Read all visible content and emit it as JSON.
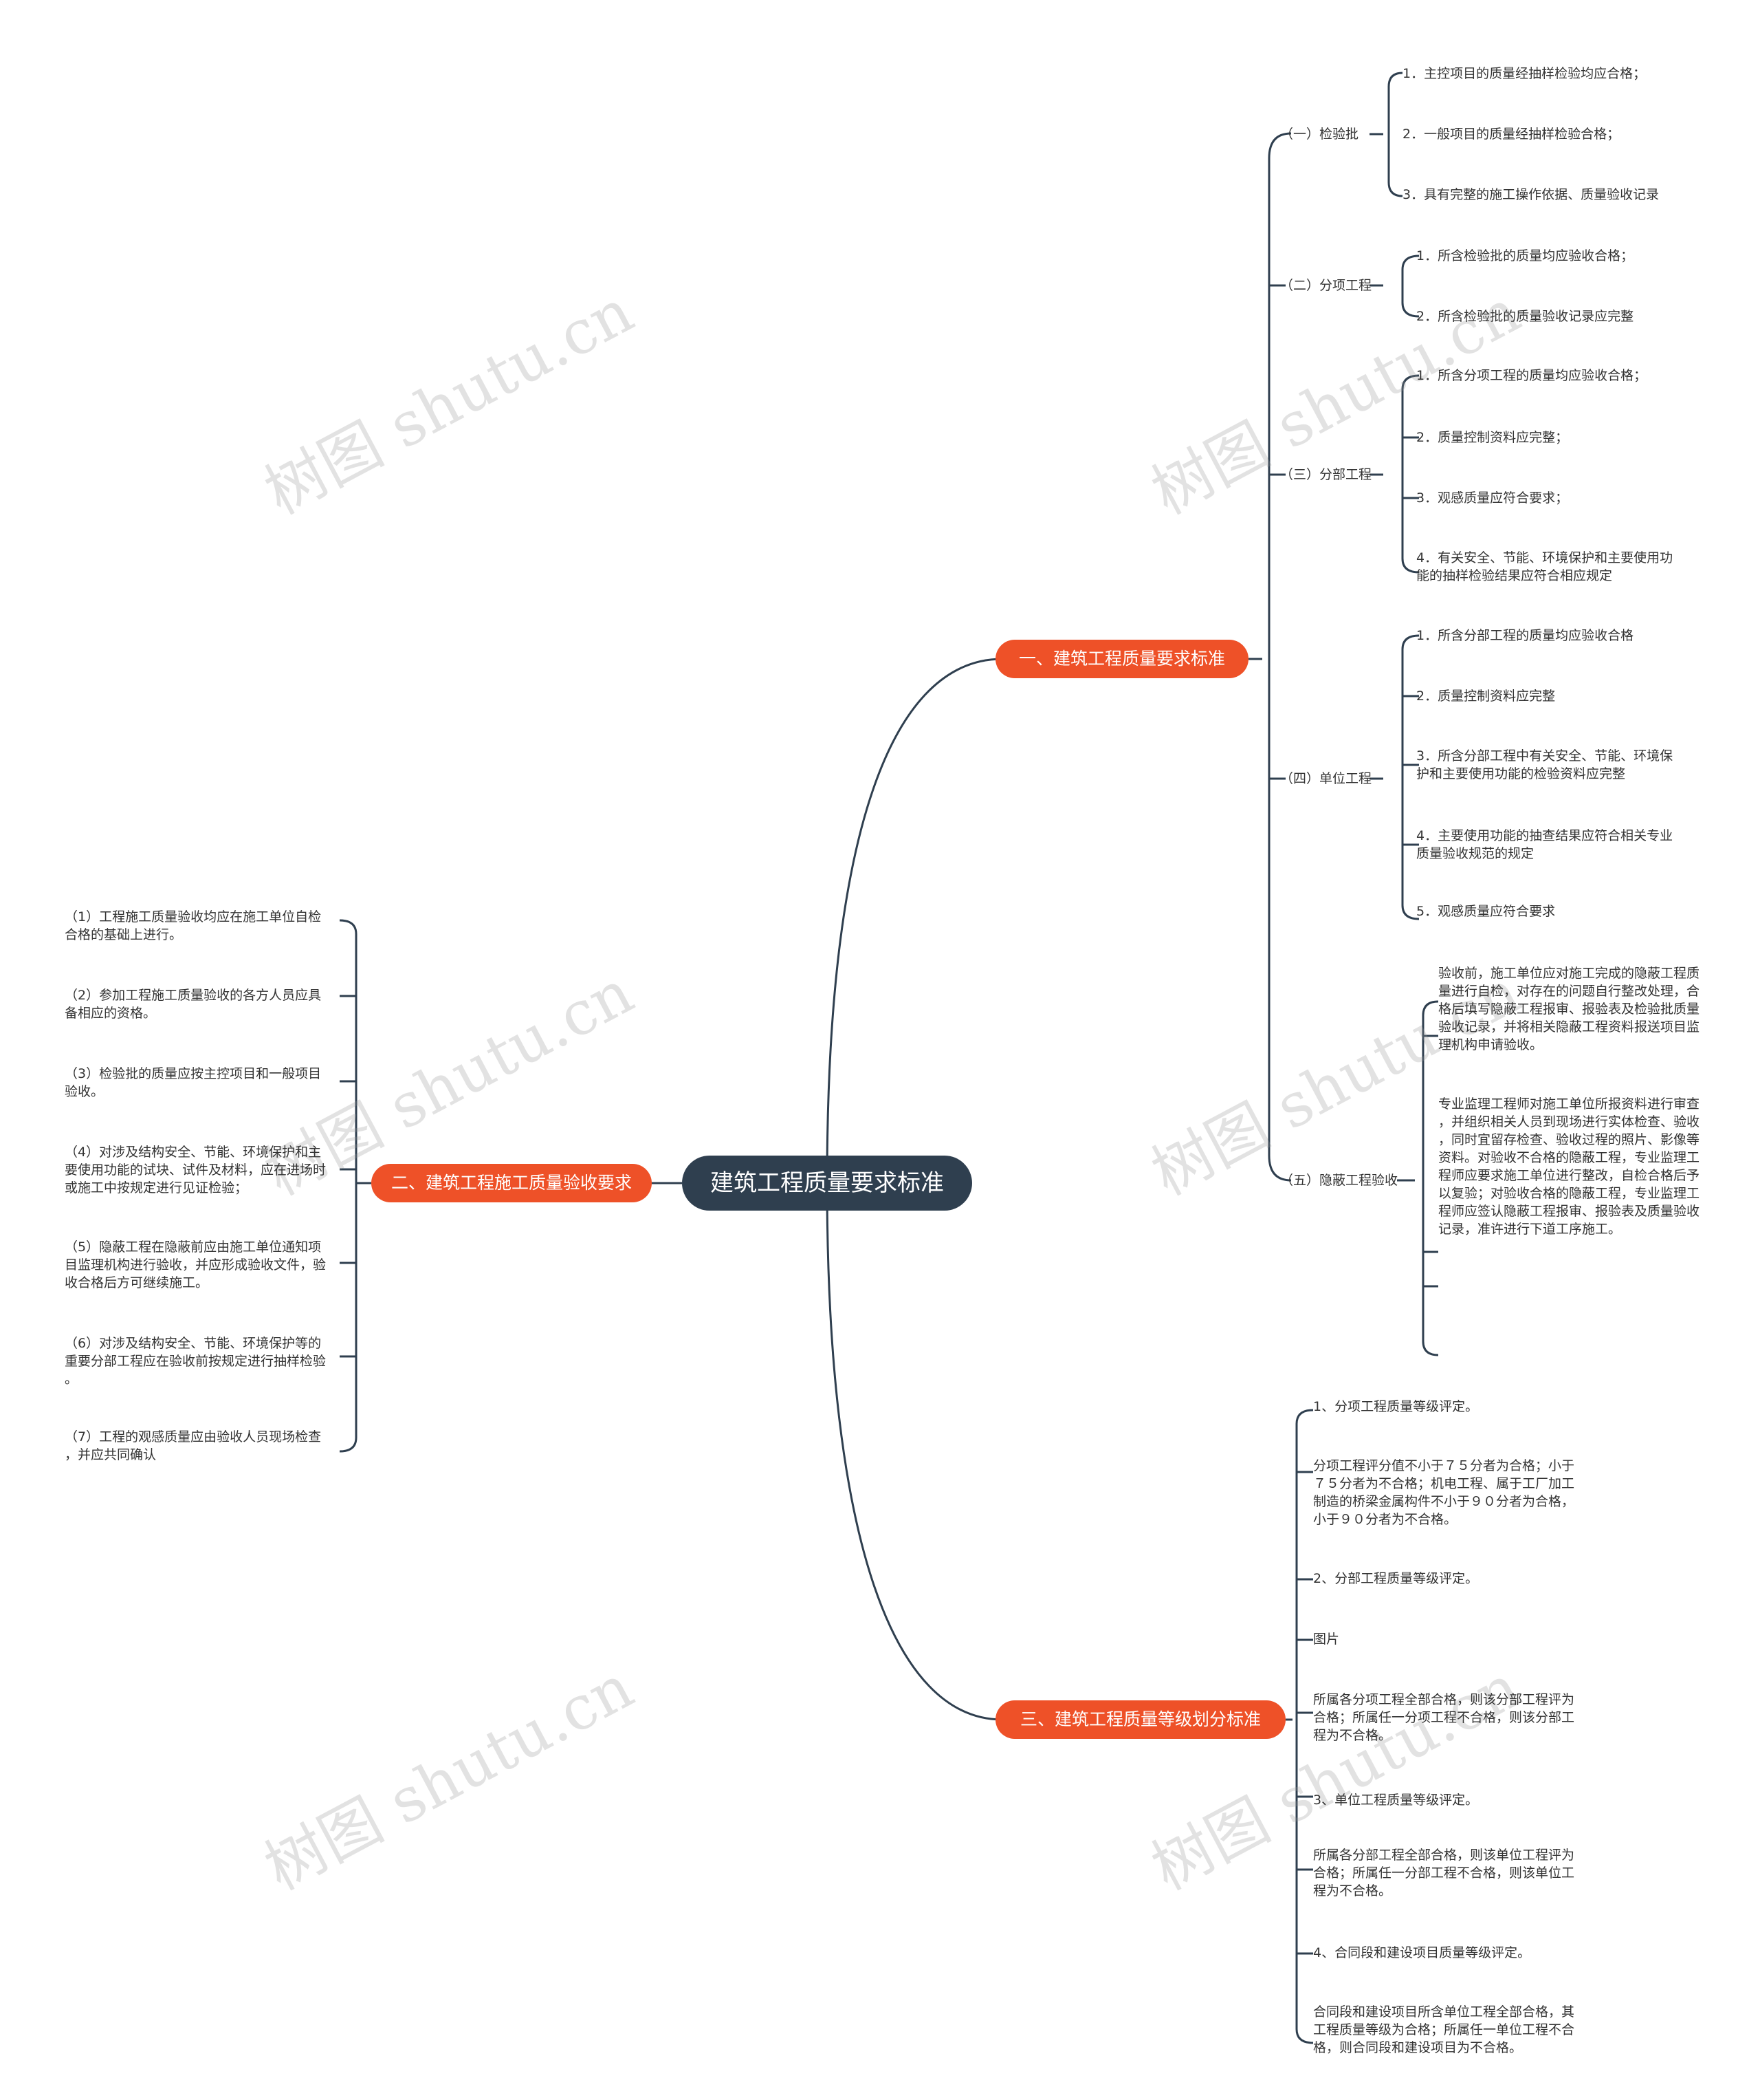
{
  "root": "建筑工程质量要求标准",
  "branch1": {
    "label": "一、建筑工程质量要求标准",
    "sub1": {
      "label": "（一）检验批",
      "items": [
        "1．主控项目的质量经抽样检验均应合格；",
        "2．一般项目的质量经抽样检验合格；",
        "3．具有完整的施工操作依据、质量验收记录"
      ]
    },
    "sub2": {
      "label": "（二）分项工程",
      "items": [
        "1．所含检验批的质量均应验收合格；",
        "2．所含检验批的质量验收记录应完整"
      ]
    },
    "sub3": {
      "label": "（三）分部工程",
      "items": [
        "1．所含分项工程的质量均应验收合格；",
        "2．质量控制资料应完整；",
        "3．观感质量应符合要求；",
        "4．有关安全、节能、环境保护和主要使用功\n能的抽样检验结果应符合相应规定"
      ]
    },
    "sub4": {
      "label": "（四）单位工程",
      "items": [
        "1．所含分部工程的质量均应验收合格",
        "2．质量控制资料应完整",
        "3．所含分部工程中有关安全、节能、环境保\n护和主要使用功能的检验资料应完整",
        "4．主要使用功能的抽查结果应符合相关专业\n质量验收规范的规定",
        "5．观感质量应符合要求"
      ]
    },
    "sub5": {
      "label": "（五）隐蔽工程验收",
      "items": [
        "验收前，施工单位应对施工完成的隐蔽工程质\n量进行自检，对存在的问题自行整改处理，合\n格后填写隐蔽工程报审、报验表及检验批质量\n验收记录，并将相关隐蔽工程资料报送项目监\n理机构申请验收。",
        "专业监理工程师对施工单位所报资料进行审查\n，并组织相关人员到现场进行实体检查、验收\n，同时宜留存检查、验收过程的照片、影像等\n资料。对验收不合格的隐蔽工程，专业监理工\n程师应要求施工单位进行整改，自检合格后予\n以复验；对验收合格的隐蔽工程，专业监理工\n程师应签认隐蔽工程报审、报验表及质量验收\n记录，准许进行下道工序施工。"
      ]
    }
  },
  "branch2": {
    "label": "二、建筑工程施工质量验收要求",
    "items": [
      "（1）工程施工质量验收均应在施工单位自检\n合格的基础上进行。",
      "（2）参加工程施工质量验收的各方人员应具\n备相应的资格。",
      "（3）检验批的质量应按主控项目和一般项目\n验收。",
      "（4）对涉及结构安全、节能、环境保护和主\n要使用功能的试块、试件及材料，应在进场时\n或施工中按规定进行见证检验；",
      "（5）隐蔽工程在隐蔽前应由施工单位通知项\n目监理机构进行验收，并应形成验收文件，验\n收合格后方可继续施工。",
      "（6）对涉及结构安全、节能、环境保护等的\n重要分部工程应在验收前按规定进行抽样检验\n。",
      "（7）工程的观感质量应由验收人员现场检查\n，并应共同确认"
    ]
  },
  "branch3": {
    "label": "三、建筑工程质量等级划分标准",
    "items": [
      "1、分项工程质量等级评定。",
      "分项工程评分值不小于７５分者为合格；小于\n７５分者为不合格；机电工程、属于工厂加工\n制造的桥梁金属构件不小于９０分者为合格，\n小于９０分者为不合格。",
      "2、分部工程质量等级评定。",
      "图片",
      "所属各分项工程全部合格，则该分部工程评为\n合格；所属任一分项工程不合格，则该分部工\n程为不合格。",
      "3、单位工程质量等级评定。",
      "所属各分部工程全部合格，则该单位工程评为\n合格；所属任一分部工程不合格，则该单位工\n程为不合格。",
      "4、合同段和建设项目质量等级评定。",
      "合同段和建设项目所含单位工程全部合格，其\n工程质量等级为合格；所属任一单位工程不合\n格，则合同段和建设项目为不合格。"
    ]
  },
  "watermark": "树图 shutu.cn",
  "colors": {
    "root": "#2f3f4f",
    "main": "#ee5128",
    "line": "#2f3f4f",
    "text": "#333333"
  }
}
